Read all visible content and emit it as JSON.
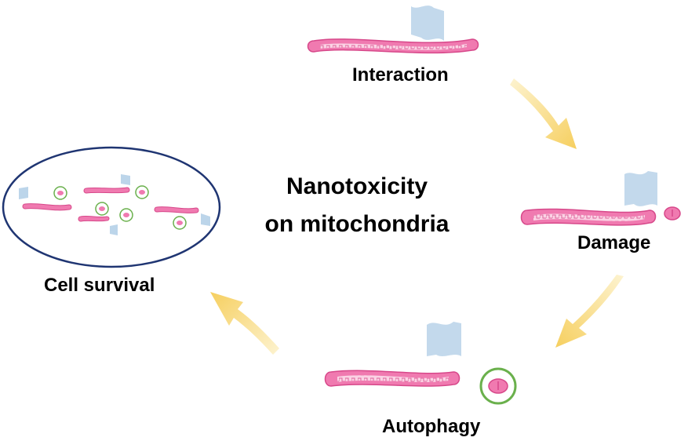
{
  "title": {
    "line1": "Nanotoxicity",
    "line2": "on mitochondria"
  },
  "stages": {
    "interaction": "Interaction",
    "damage": "Damage",
    "autophagy": "Autophagy",
    "cell_survival": "Cell survival"
  },
  "colors": {
    "mito_fill": "#f07ab0",
    "mito_stroke": "#d7488a",
    "mito_inner": "#fbd2e4",
    "nanoparticle": "#bcd5ea",
    "arrow": "#f7d77a",
    "autophagosome": "#6ab04c",
    "cell_border": "#1f3572"
  },
  "icons": [
    "mitochondrion-icon",
    "nanosheet-icon",
    "autophagosome-icon",
    "cell-icon",
    "arrow-icon"
  ]
}
